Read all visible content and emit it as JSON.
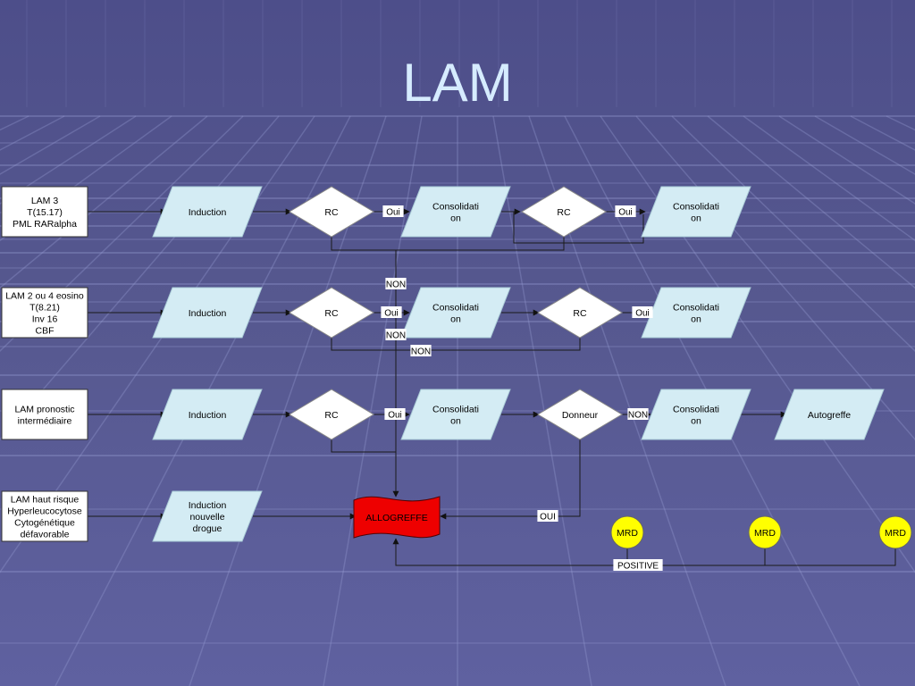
{
  "title": "LAM",
  "rows": [
    {
      "category": [
        "LAM 3",
        "T(15.17)",
        "PML RARalpha"
      ]
    },
    {
      "category": [
        "LAM 2 ou 4 eosino",
        "T(8.21)",
        "Inv 16",
        "CBF"
      ]
    },
    {
      "category": [
        "LAM pronostic",
        "intermédiaire"
      ]
    },
    {
      "category": [
        "LAM haut risque",
        "Hyperleucocytose",
        "Cytogénétique",
        "défavorable"
      ]
    }
  ],
  "nodes": {
    "induction": [
      "Induction"
    ],
    "induction_nouvelle": [
      "Induction",
      "nouvelle",
      "drogue"
    ],
    "rc": [
      "RC"
    ],
    "consolidation": [
      "Consolidati",
      "on"
    ],
    "donneur": [
      "Donneur"
    ],
    "autogreffe": [
      "Autogreffe"
    ],
    "allogreffe": [
      "ALLOGREFFE"
    ],
    "mrd": [
      "MRD"
    ]
  },
  "edge_labels": {
    "oui": "Oui",
    "oui_upper": "OUI",
    "non": "NON",
    "positive": "POSITIVE"
  },
  "colors": {
    "process_fill": "#d4ecf4",
    "allogreffe_fill": "#ee0000",
    "mrd_fill": "#ffff00",
    "line": "#1a1a1a",
    "title": "#d6ecff"
  }
}
